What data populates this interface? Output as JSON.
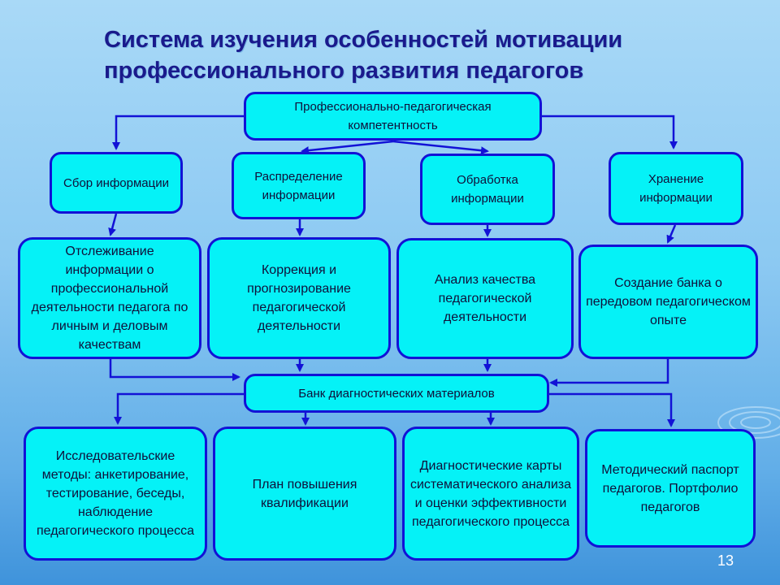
{
  "title": {
    "line1": "Система изучения особенностей мотивации",
    "line2": "профессионального развития педагогов"
  },
  "top_node": "Профессионально-педагогическая компетентность",
  "level1": {
    "collect": "Сбор информации",
    "distribute": "Распределение информации",
    "process": "Обработка информации",
    "store": "Хранение информации"
  },
  "level2": {
    "tracking": "Отслеживание информации о профессиональной деятельности педагога по личным и деловым качествам",
    "correction": "Коррекция и прогнозирование педагогической деятельности",
    "analysis": "Анализ качества педагогической деятельности",
    "bank_creation": "Создание банка о передовом педагогическом опыте"
  },
  "middle_node": "Банк диагностических материалов",
  "level3": {
    "research": "Исследовательские методы: анкетирование, тестирование, беседы, наблюдение педагогического процесса",
    "plan": "План повышения квалификации",
    "diagnostic_cards": "Диагностические карты систематического анализа и оценки эффективности педагогического процесса",
    "passport": "Методический паспорт педагогов. Портфолио педагогов"
  },
  "page_number": "13",
  "colors": {
    "box_fill": "#05f2f7",
    "box_border": "#1212d6",
    "title": "#1a1a8c",
    "arrow": "#1212d6"
  }
}
